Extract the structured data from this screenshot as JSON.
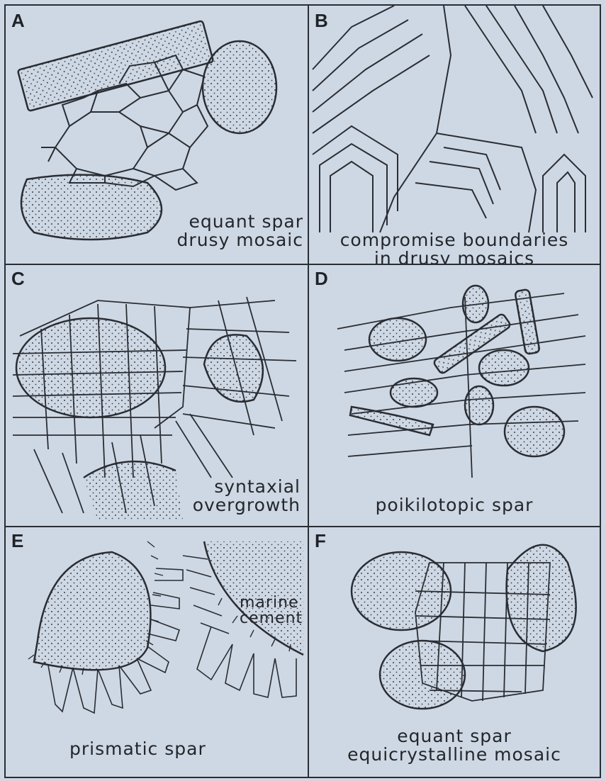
{
  "panels": [
    {
      "letter": "A",
      "caption": [
        "equant spar",
        "drusy mosaic"
      ]
    },
    {
      "letter": "B",
      "caption": [
        "compromise boundaries",
        "in drusy mosaics"
      ]
    },
    {
      "letter": "C",
      "caption": [
        "syntaxial",
        "overgrowth"
      ]
    },
    {
      "letter": "D",
      "caption": [
        "poikilotopic spar"
      ]
    },
    {
      "letter": "E",
      "caption": [
        "prismatic spar"
      ],
      "label": [
        "marine",
        "cement"
      ]
    },
    {
      "letter": "F",
      "caption": [
        "equant spar",
        "equicrystalline mosaic"
      ]
    }
  ],
  "colors": {
    "background": "#ced8e4",
    "ink": "#2a2d33",
    "grain": "#d3dce7"
  }
}
